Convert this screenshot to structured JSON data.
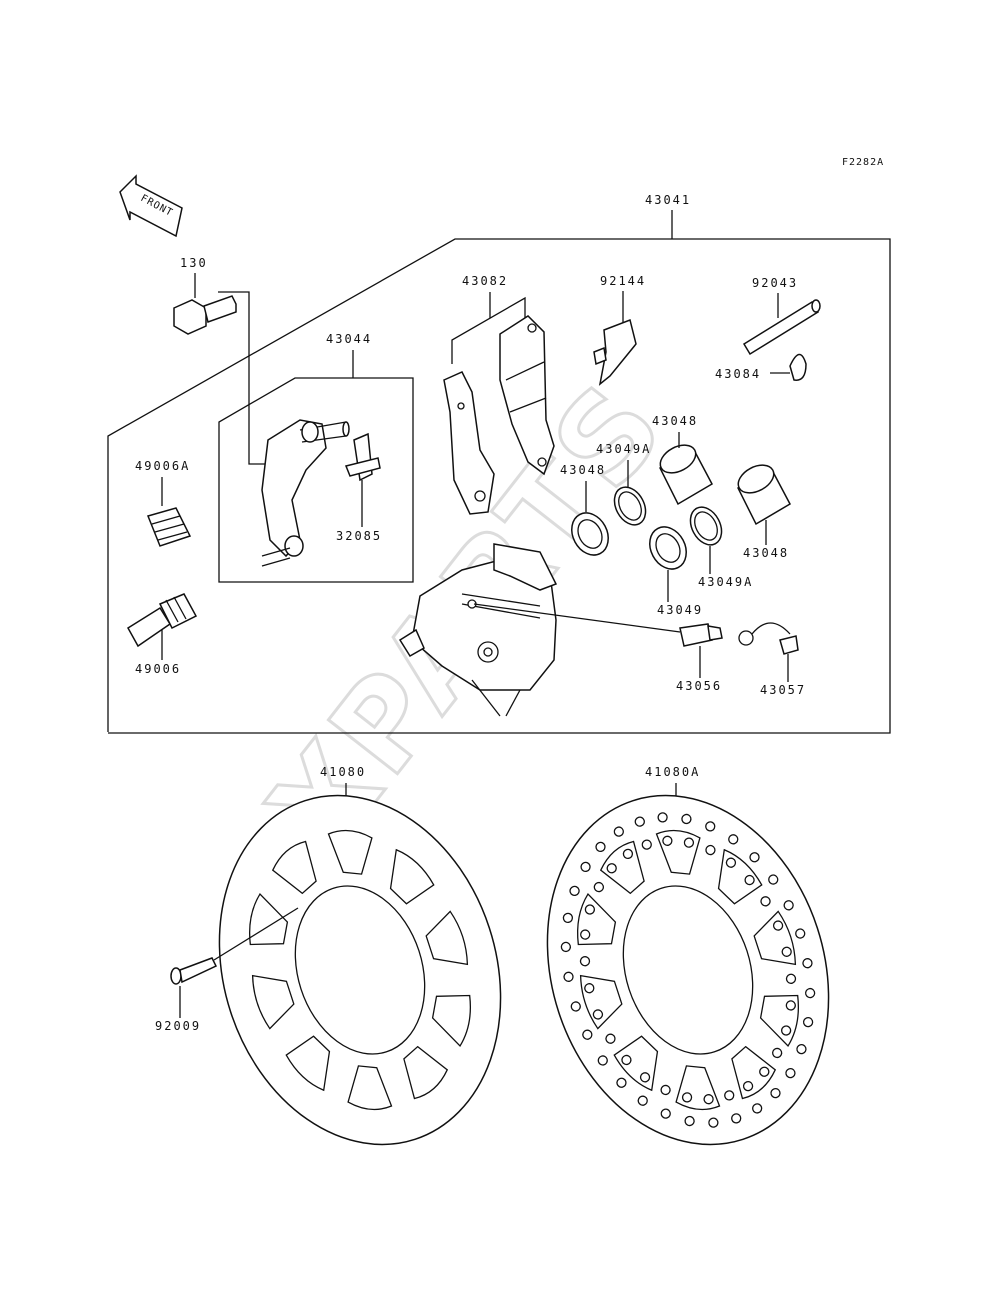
{
  "figure_code": "F2282A",
  "front_label": "FRONT",
  "watermark": "XPARTS",
  "callouts": {
    "c43041": "43041",
    "c130": "130",
    "c43082": "43082",
    "c92144": "92144",
    "c92043": "92043",
    "c43084": "43084",
    "c43044": "43044",
    "c43048_top": "43048",
    "c43049A_top": "43049A",
    "c43048_left": "43048",
    "c49006A": "49006A",
    "c32085": "32085",
    "c43048_right": "43048",
    "c43049A_right": "43049A",
    "c43049": "43049",
    "c49006": "49006",
    "c43056": "43056",
    "c43057": "43057",
    "c41080": "41080",
    "c41080A": "41080A",
    "c92009": "92009"
  },
  "colors": {
    "ink": "#111111",
    "watermark": "#dcdcdc"
  }
}
